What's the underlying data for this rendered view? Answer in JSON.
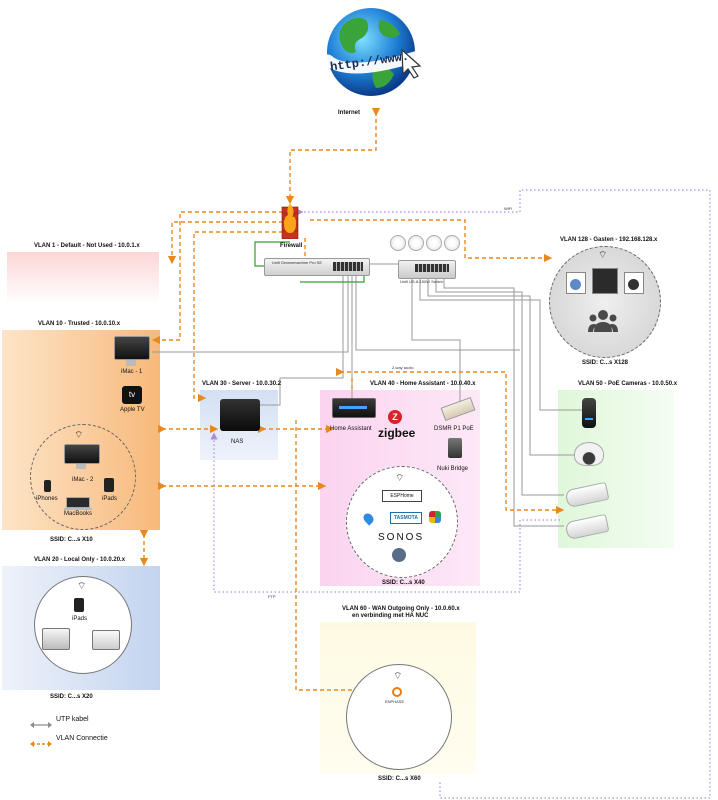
{
  "internet": {
    "label": "Internet",
    "globe_text": "http://www."
  },
  "firewall": {
    "label": "Firewall"
  },
  "router": {
    "label": "Unifi Dreammachine Pro SE"
  },
  "switch": {
    "label": "Unifi US-8-150W Switch"
  },
  "wifi_label": "WiFi",
  "ftp_label": "FTP",
  "audio_label": "2-way audio",
  "vlan1": {
    "title": "VLAN 1 - Default - Not Used - 10.0.1.x"
  },
  "vlan10": {
    "title": "VLAN 10 - Trusted - 10.0.10.x",
    "ssid": "SSID: C...s X10",
    "imac1": "iMac - 1",
    "appletv": "Apple TV",
    "imac2": "iMac - 2",
    "iphones": "iPhones",
    "ipads": "iPads",
    "macbooks": "MacBooks"
  },
  "vlan20": {
    "title": "VLAN 20 - Local Only - 10.0.20.x",
    "ssid": "SSID: C...s X20",
    "ipads": "iPads"
  },
  "vlan30": {
    "title": "VLAN 30 - Server - 10.0.30.2",
    "nas": "NAS"
  },
  "vlan40": {
    "title": "VLAN 40 - Home Assistant - 10.0.40.x",
    "ssid": "SSID: C...s X40",
    "ha": "Home Assistant",
    "zigbee": "zigbee",
    "dsmr": "DSMR P1 PoE",
    "nuki": "Nuki Bridge",
    "esphome": "ESPHome",
    "tasmota": "TASMOTA",
    "sonos": "SONOS"
  },
  "vlan50": {
    "title": "VLAN 50 - PoE Cameras - 10.0.50.x"
  },
  "vlan60": {
    "title": "VLAN 60 - WAN Outgoing Only - 10.0.60.x",
    "subtitle": "en verbinding met HA NUC",
    "ssid": "SSID: C...s X60",
    "enphase": "ENPHASE"
  },
  "vlan128": {
    "title": "VLAN 128 - Gasten - 192.168.128.x",
    "ssid": "SSID: C...s X128"
  },
  "legend": {
    "utp": "UTP kabel",
    "vlan": "VLAN Connectie"
  },
  "colors": {
    "vlan_orange": "#e8891f",
    "utp_gray": "#8c8c8c",
    "wifi_purple": "#b28ad8",
    "vlan10_bg": "#f8c68f",
    "vlan20_bg": "#c8d8f0",
    "vlan30_bg": "#d8e2f4",
    "vlan40_bg": "#fbd2ef",
    "vlan50_bg": "#d7f5d2",
    "vlan60_bg": "#fffbe0",
    "vlan128_bg": "#d9d9d9",
    "vlan1_bg": "#fdd8d8"
  }
}
